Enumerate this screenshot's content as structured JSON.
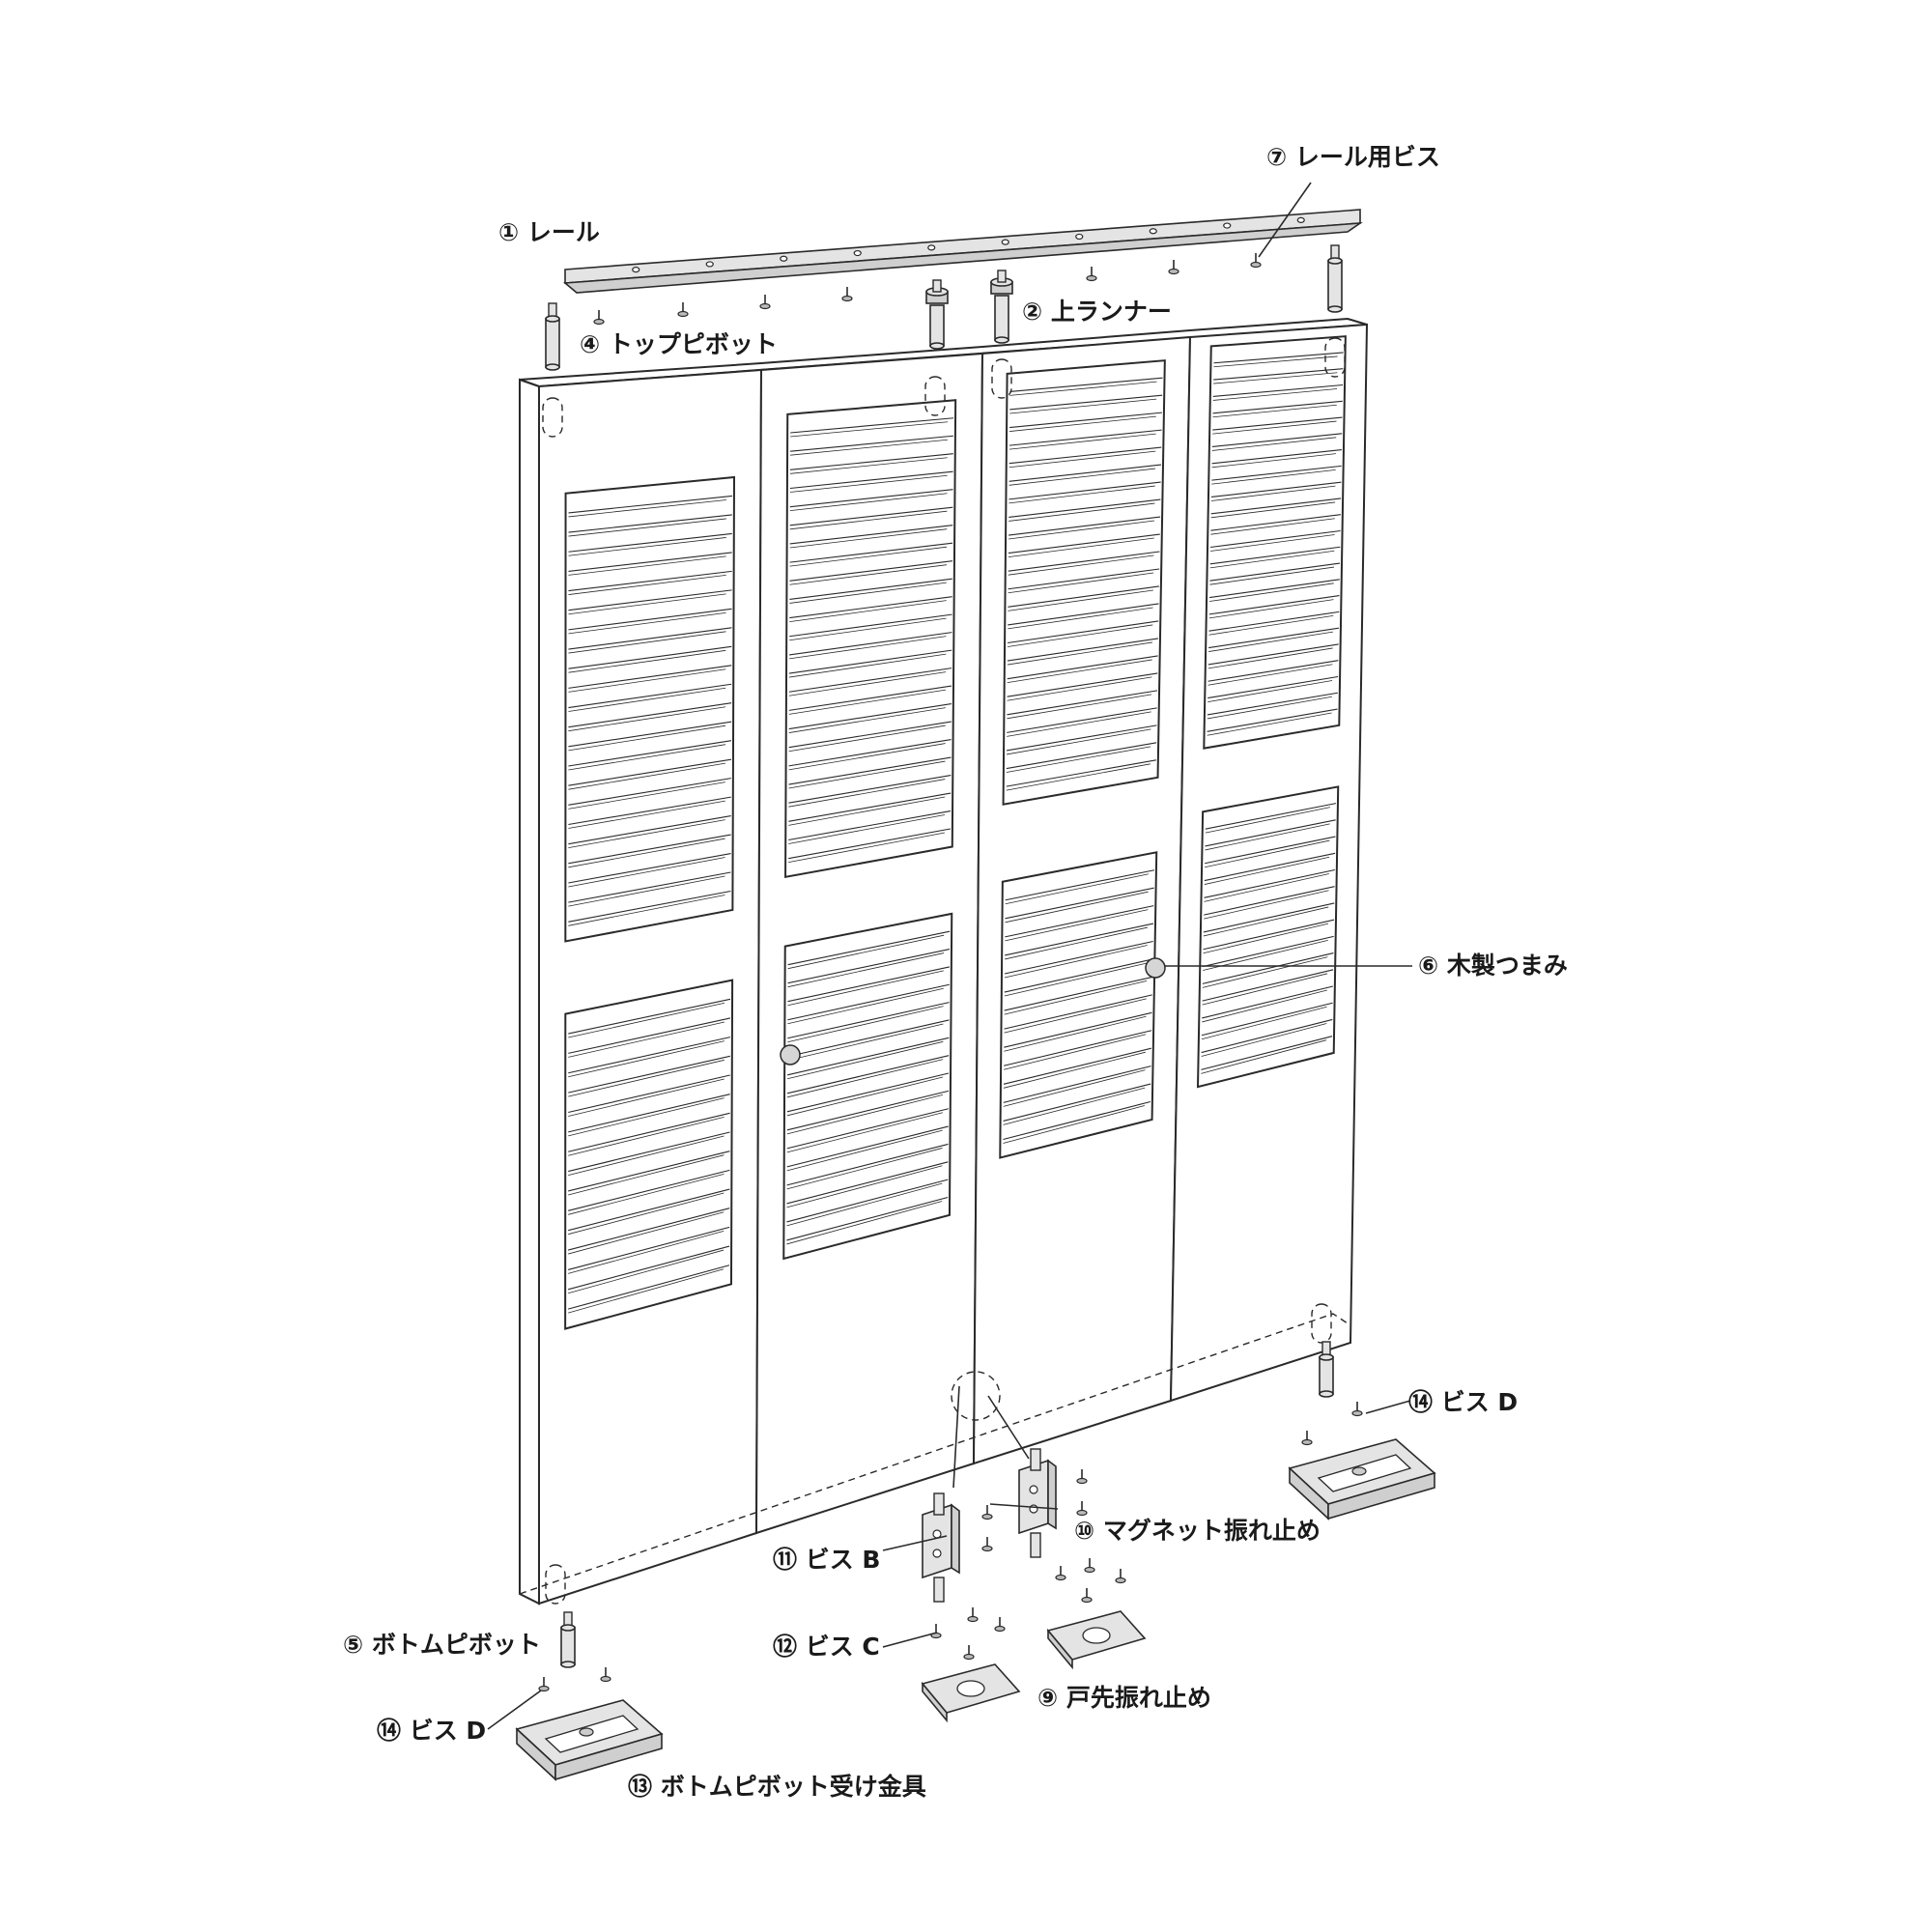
{
  "colors": {
    "line": "#2a2a2a",
    "part_fill": "#e4e4e4",
    "part_fill_dark": "#cfcfcf",
    "background": "#ffffff"
  },
  "labels": {
    "rail": "① レール",
    "rail_screw": "⑦ レール用ビス",
    "top_runner": "② 上ランナー",
    "top_pivot": "④ トップピボット",
    "wood_knob": "⑥ 木製つまみ",
    "screw_d_right": "⑭ ビス D",
    "magnet_stopper": "⑩ マグネット振れ止め",
    "screw_b": "⑪ ビス B",
    "bottom_pivot": "⑤ ボトムピボット",
    "screw_c": "⑫ ビス C",
    "door_tip_stopper": "⑨ 戸先振れ止め",
    "screw_d_left": "⑭ ビス D",
    "bottom_pivot_bracket": "⑬ ボトムピボット受け金具"
  }
}
